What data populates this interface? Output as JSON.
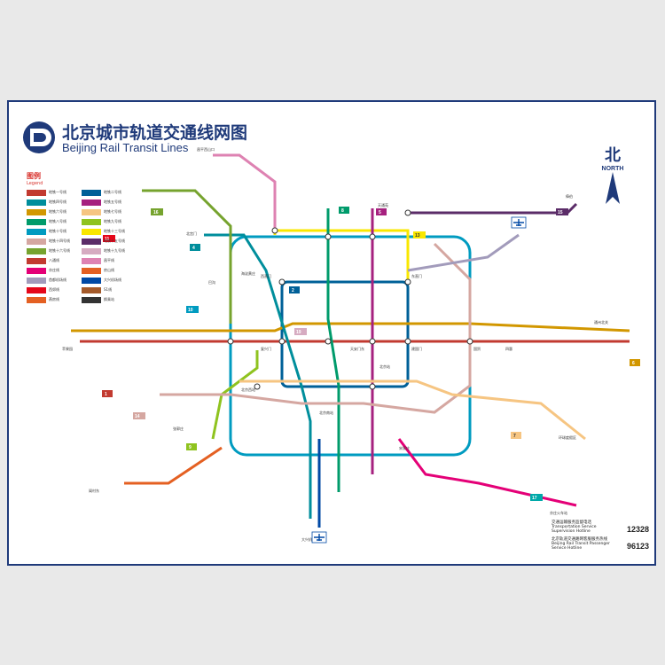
{
  "header": {
    "title_cn": "北京城市轨道交通线网图",
    "title_en": "Beijing Rail Transit Lines"
  },
  "logo": {
    "icon": "beijing-subway-logo-icon",
    "color": "#1f3a7a"
  },
  "legend": {
    "title": "图例",
    "subtitle": "Legend",
    "items": [
      {
        "label": "地铁一号线",
        "color": "#c23a30"
      },
      {
        "label": "地铁二号线",
        "color": "#006098"
      },
      {
        "label": "地铁四号线",
        "color": "#008e9c"
      },
      {
        "label": "地铁五号线",
        "color": "#a6217f"
      },
      {
        "label": "地铁六号线",
        "color": "#d29700"
      },
      {
        "label": "地铁七号线",
        "color": "#f6c582"
      },
      {
        "label": "地铁八号线",
        "color": "#009b6b"
      },
      {
        "label": "地铁九号线",
        "color": "#8fc31f"
      },
      {
        "label": "地铁十号线",
        "color": "#009bc0"
      },
      {
        "label": "地铁十三号线",
        "color": "#f9e700"
      },
      {
        "label": "地铁十四号线",
        "color": "#d5a7a1"
      },
      {
        "label": "地铁十五号线",
        "color": "#5b2c68"
      },
      {
        "label": "地铁十六号线",
        "color": "#76a32e"
      },
      {
        "label": "地铁十九号线",
        "color": "#d6abc1"
      },
      {
        "label": "八通线",
        "color": "#c23a30"
      },
      {
        "label": "昌平线",
        "color": "#de82b2"
      },
      {
        "label": "亦庄线",
        "color": "#e40077"
      },
      {
        "label": "房山线",
        "color": "#e46022"
      },
      {
        "label": "首都机场线",
        "color": "#a29bbb"
      },
      {
        "label": "大兴机场线",
        "color": "#0049a5"
      },
      {
        "label": "西郊线",
        "color": "#e50619"
      },
      {
        "label": "S1线",
        "color": "#a45a2a"
      },
      {
        "label": "燕房线",
        "color": "#e46022"
      },
      {
        "label": "换乘站",
        "color": "#333333"
      }
    ]
  },
  "north": {
    "label_cn": "北",
    "label_en": "NORTH",
    "icon": "north-arrow-icon"
  },
  "hotline": {
    "rows": [
      {
        "label": "交通运输服务监督电话 Transportation Service Supervision Hotline",
        "number": "12328"
      },
      {
        "label": "北京轨道交通路网客服服务热线 Beijing Rail Transit Passenger Service Hotline",
        "number": "96123"
      }
    ]
  },
  "map": {
    "icons": [
      "airport-icon",
      "airport-icon"
    ],
    "stations": [
      {
        "name": "西直门"
      },
      {
        "name": "东直门"
      },
      {
        "name": "建国门"
      },
      {
        "name": "复兴门"
      },
      {
        "name": "天安门东"
      },
      {
        "name": "北京站"
      },
      {
        "name": "北京西站"
      },
      {
        "name": "北京南站"
      },
      {
        "name": "宋家庄"
      },
      {
        "name": "海淀黄庄"
      },
      {
        "name": "国贸"
      },
      {
        "name": "苹果园"
      },
      {
        "name": "四惠"
      },
      {
        "name": "通州北关"
      },
      {
        "name": "北宫门"
      },
      {
        "name": "天通苑"
      },
      {
        "name": "俸伯"
      },
      {
        "name": "大兴机场"
      },
      {
        "name": "昌平西山口"
      },
      {
        "name": "张郭庄"
      },
      {
        "name": "阎村东"
      },
      {
        "name": "亦庄火车站"
      },
      {
        "name": "环球度假区"
      },
      {
        "name": "巴沟"
      }
    ],
    "line_badges": [
      "1",
      "2",
      "4",
      "5",
      "6",
      "7",
      "8",
      "9",
      "10",
      "13",
      "14",
      "15",
      "16",
      "19",
      "11",
      "17"
    ]
  }
}
